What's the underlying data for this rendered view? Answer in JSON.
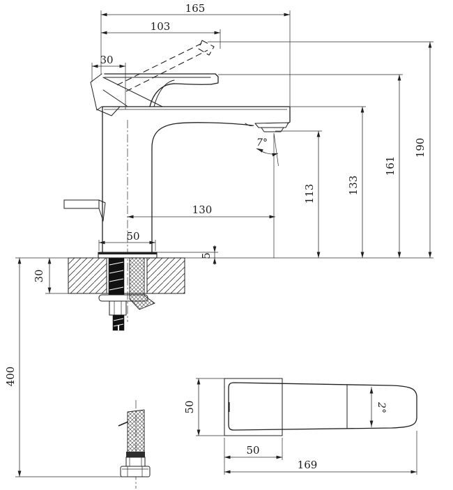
{
  "front_view": {
    "dims": {
      "overall_reach": "165",
      "spout_reach": "103",
      "handle_overhang": "30",
      "height_to_aerator": "113",
      "height_to_body_top": "133",
      "height_to_handle_top": "161",
      "overall_height": "190",
      "center_to_outlet": "130",
      "base_width": "50",
      "base_plate_height": "5",
      "deck_thickness": "30",
      "hose_length": "400",
      "spout_angle": "7°"
    }
  },
  "top_view": {
    "dims": {
      "body_width": "50",
      "base_width": "50",
      "overall_length": "169",
      "taper_angle": "2°"
    }
  }
}
